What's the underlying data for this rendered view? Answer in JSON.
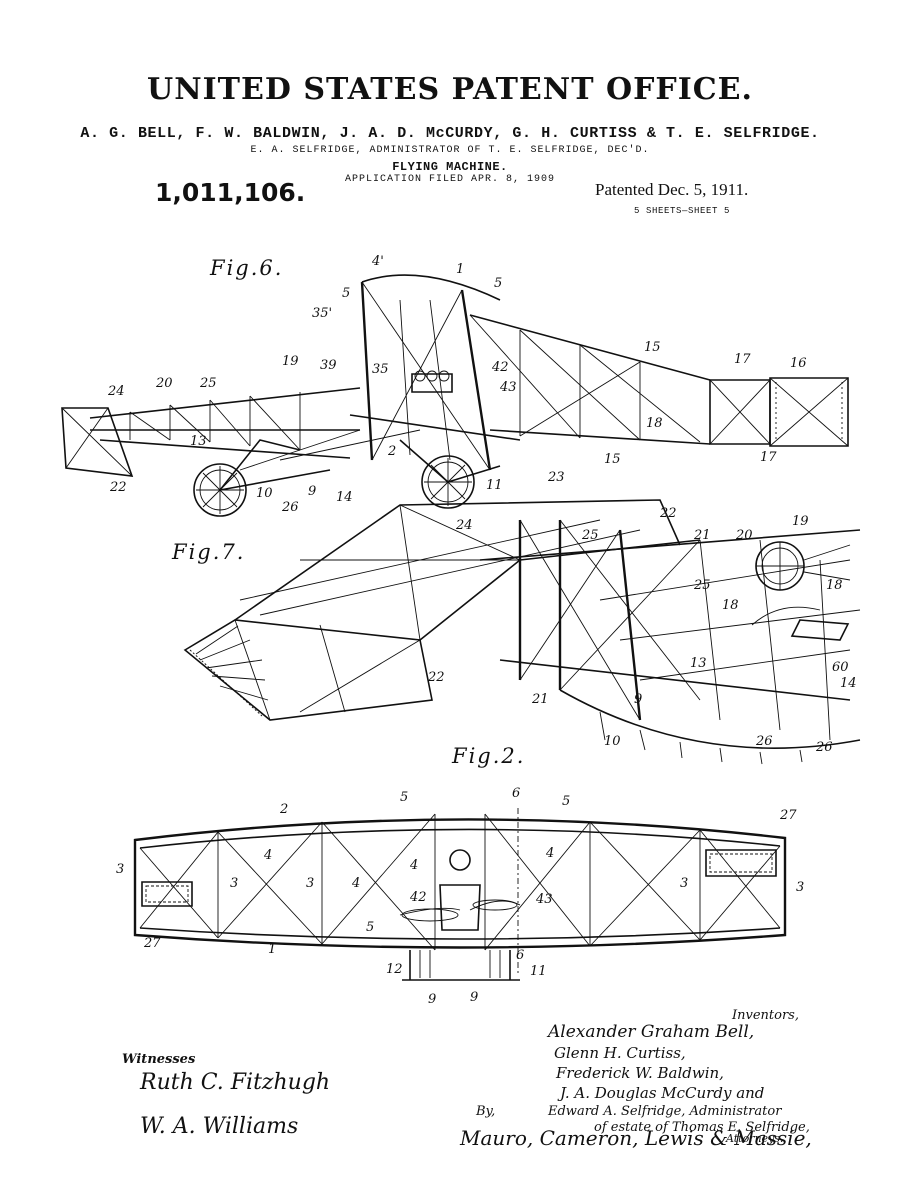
{
  "header": {
    "office": "UNITED STATES PATENT OFFICE.",
    "inventors_line": "A. G. BELL, F. W. BALDWIN, J. A. D. McCURDY, G. H. CURTISS & T. E. SELFRIDGE.",
    "administrator_line": "E. A. SELFRIDGE, ADMINISTRATOR OF T. E. SELFRIDGE, DEC'D.",
    "invention_title": "FLYING MACHINE.",
    "filed": "APPLICATION FILED APR. 8, 1909",
    "patent_number": "1,011,106.",
    "patented": "Patented Dec. 5, 1911.",
    "sheets": "5 SHEETS—SHEET 5"
  },
  "figures": {
    "fig6": {
      "label": "Fig.6.",
      "refs": [
        "4'",
        "1",
        "5",
        "5",
        "35'",
        "19",
        "39",
        "35",
        "42",
        "43",
        "15",
        "17",
        "16",
        "24",
        "20",
        "25",
        "13",
        "18",
        "15",
        "17",
        "22",
        "10",
        "9",
        "14",
        "11",
        "26",
        "2"
      ]
    },
    "fig7": {
      "label": "Fig.7.",
      "refs": [
        "23",
        "24",
        "22",
        "25",
        "21",
        "20",
        "19",
        "18",
        "25",
        "18",
        "13",
        "22",
        "60",
        "14",
        "21",
        "9",
        "10",
        "26",
        "26"
      ]
    },
    "fig2": {
      "label": "Fig.2.",
      "refs": [
        "6",
        "2",
        "5",
        "5",
        "27",
        "3",
        "3",
        "4",
        "4",
        "4",
        "3",
        "4",
        "42",
        "43",
        "3",
        "3",
        "27",
        "1",
        "5",
        "12",
        "6",
        "11",
        "9",
        "9"
      ]
    }
  },
  "signatures": {
    "witnesses_label": "Witnesses",
    "witness_1": "Ruth C. Fitzhugh",
    "witness_2": "W. A. Williams",
    "inventors_label": "Inventors,",
    "inventor_lines": [
      "Alexander Graham Bell,",
      "Glenn H. Curtiss,",
      "Frederick W. Baldwin,",
      "J. A. Douglas McCurdy and",
      "Edward A. Selfridge, Administrator",
      "of estate of Thomas E. Selfridge,"
    ],
    "by_label": "By,",
    "attorneys": "Mauro, Cameron, Lewis & Massie,",
    "attorneys_label": "Attorneys."
  }
}
